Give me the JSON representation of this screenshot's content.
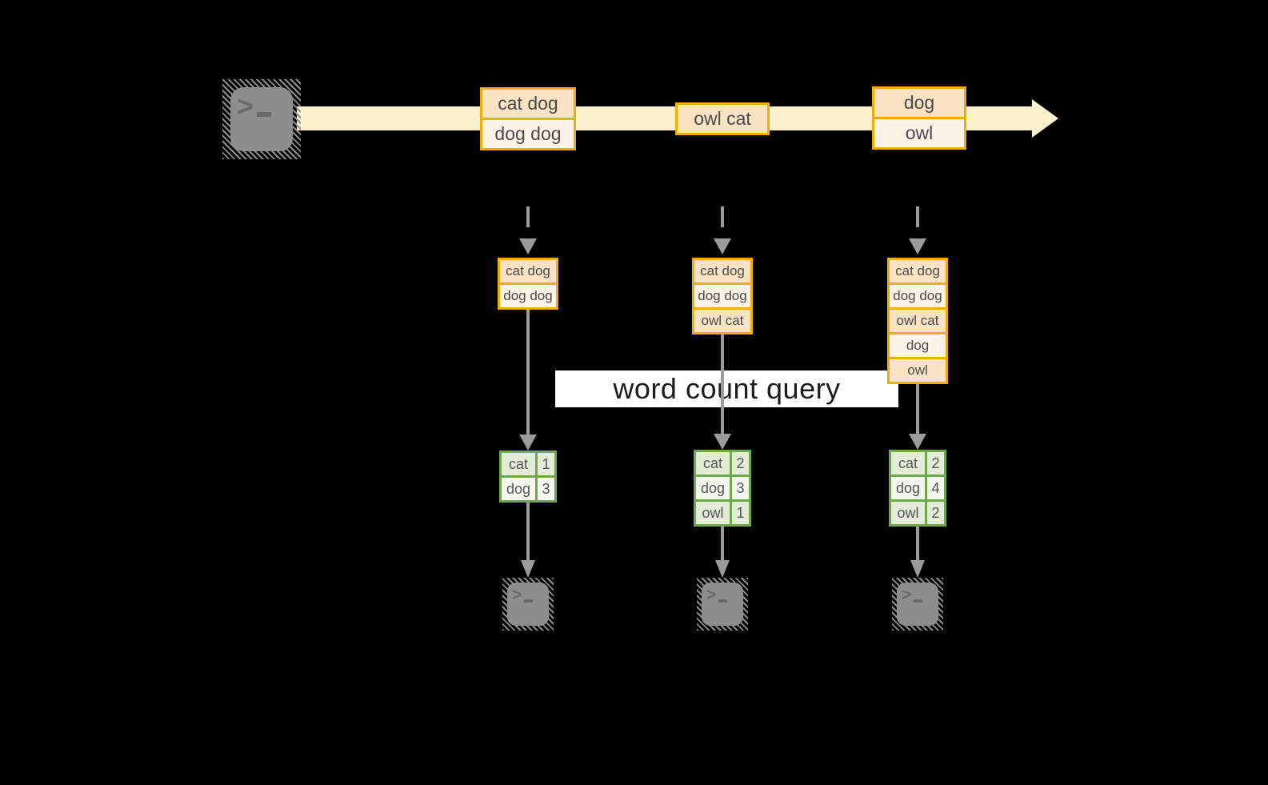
{
  "title_banner": {
    "label": "word count query"
  },
  "terminal": {
    "prompt": ">",
    "cursor": "_"
  },
  "stream_batches": [
    {
      "rows": [
        "cat dog",
        "dog dog"
      ]
    },
    {
      "rows": [
        "owl cat"
      ]
    },
    {
      "rows": [
        "dog",
        "owl"
      ]
    }
  ],
  "pipelines": [
    {
      "batch_rows": [
        "cat dog",
        "dog dog"
      ],
      "count_table": [
        {
          "word": "cat",
          "count": "1"
        },
        {
          "word": "dog",
          "count": "3"
        }
      ]
    },
    {
      "batch_rows": [
        "cat dog",
        "dog dog",
        "owl cat"
      ],
      "count_table": [
        {
          "word": "cat",
          "count": "2"
        },
        {
          "word": "dog",
          "count": "3"
        },
        {
          "word": "owl",
          "count": "1"
        }
      ]
    },
    {
      "batch_rows": [
        "cat dog",
        "dog dog",
        "owl cat",
        "dog",
        "owl"
      ],
      "count_table": [
        {
          "word": "cat",
          "count": "2"
        },
        {
          "word": "dog",
          "count": "4"
        },
        {
          "word": "owl",
          "count": "2"
        }
      ]
    }
  ],
  "colors": {
    "background": "#000000",
    "stream_band": "#FBF1CE",
    "box_border": "#EFAF00",
    "box_fill_dark": "#FAE3C4",
    "box_fill_light": "#FDF3E6",
    "table_border": "#6FA84F",
    "table_fill_dark": "#E3ECD7",
    "table_fill_light": "#F3F7EE",
    "arrow_gray": "#9B9B9B",
    "terminal_gray": "#8D8D8D",
    "banner_bg": "#FFFFFF"
  }
}
